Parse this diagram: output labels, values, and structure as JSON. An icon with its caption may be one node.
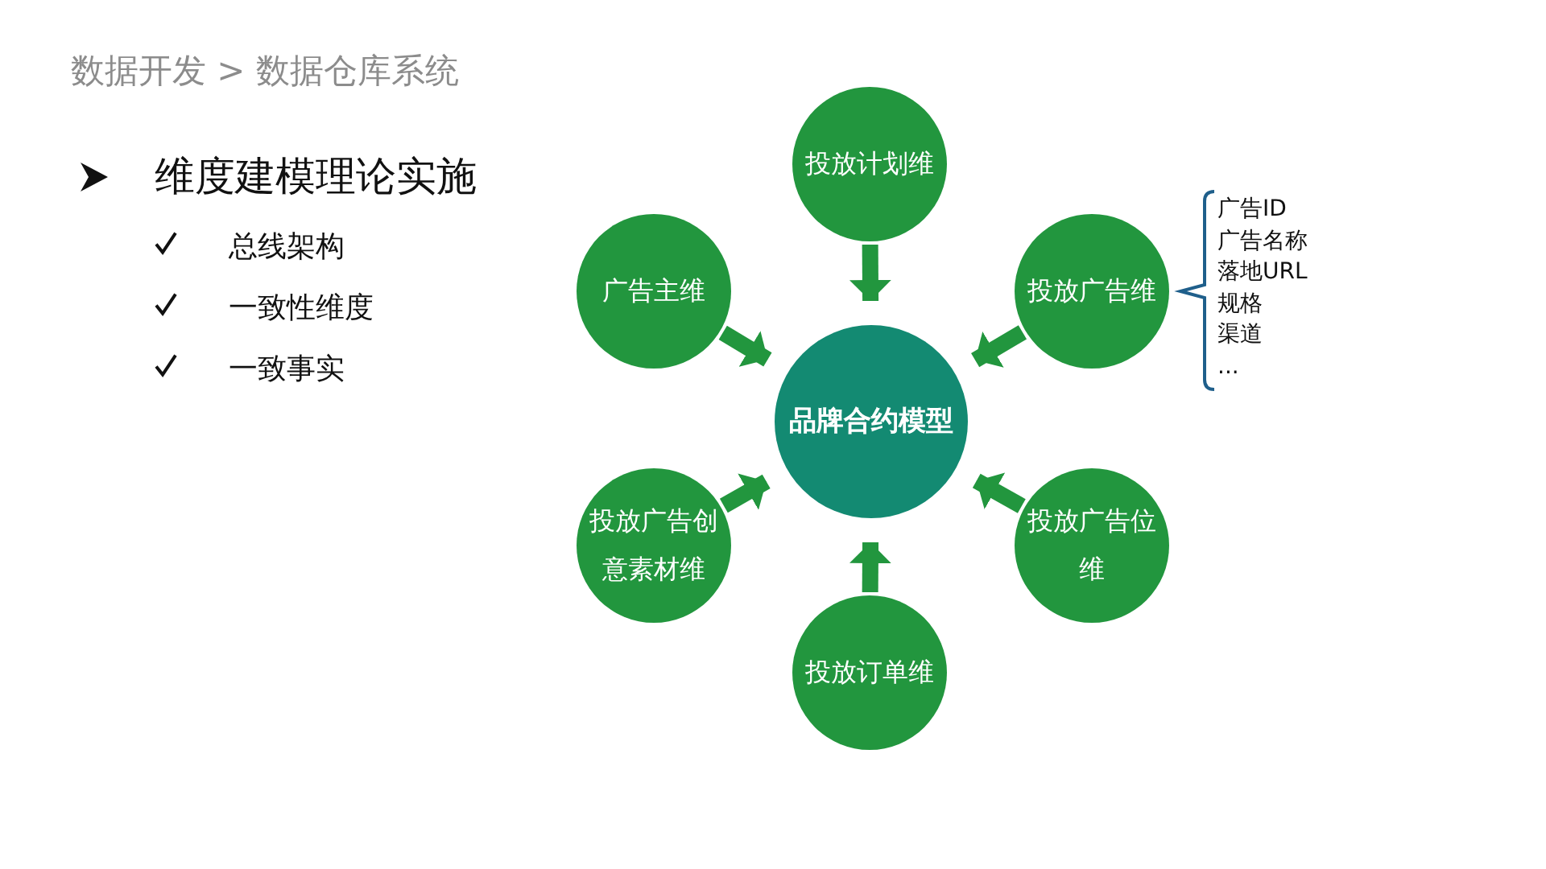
{
  "diagram": {
    "title": "数据开发 > 数据仓库系统",
    "nodes": [
      {
        "text": [
          "品牌合约模型"
        ]
      },
      {
        "text": [
          "投放计划维"
        ]
      },
      {
        "text": [
          "广告主维"
        ]
      },
      {
        "text": [
          "投放广告维"
        ],
        "beside": [
          "广告ID",
          "广告名称",
          "落地URL",
          "规格",
          "渠道",
          "..."
        ]
      },
      {
        "text": [
          "投放广告创意素材维"
        ]
      },
      {
        "text": [
          "投放广告位维"
        ]
      },
      {
        "text": [
          "投放订单维"
        ]
      }
    ],
    "edges": [
      {
        "from": 1,
        "to": 0,
        "arrow": "to"
      },
      {
        "from": 2,
        "to": 0,
        "arrow": "to"
      },
      {
        "from": 3,
        "to": 0,
        "arrow": "to"
      },
      {
        "from": 4,
        "to": 0,
        "arrow": "to"
      },
      {
        "from": 5,
        "to": 0,
        "arrow": "to"
      },
      {
        "from": 6,
        "to": 0,
        "arrow": "to"
      }
    ],
    "labels": [
      "维度建模理论实施",
      "总线架构",
      "一致性维度",
      "一致事实"
    ]
  }
}
